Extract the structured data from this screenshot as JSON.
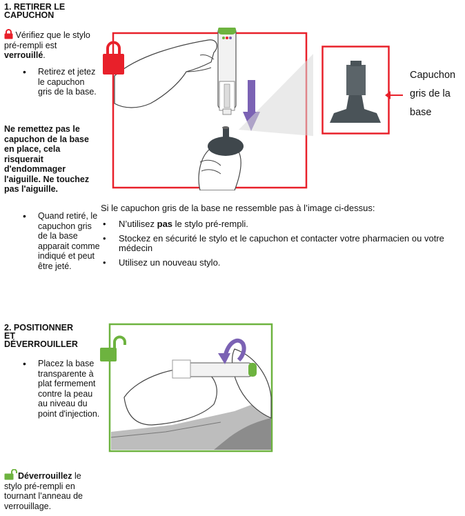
{
  "section1": {
    "title_line1": "1. RETIRER LE",
    "title_line2": "CAPUCHON",
    "lock_text": "Vérifiez que le stylo pré-rempli est",
    "lock_bold": "verrouillé",
    "lock_end": ".",
    "bullet1": "Retirez et jetez le capuchon gris de la base.",
    "warning": "Ne remettez pas le capuchon de la base en place, cela risquerait d'endommager l'aiguille. Ne touchez pas l'aiguille.",
    "bullet2": "Quand retiré, le capuchon gris de la base apparait comme indiqué et peut être jeté.",
    "callout": "Capuchon gris de la base",
    "callout_lines": [
      "Capuchon",
      "gris de la",
      "base"
    ],
    "note": "Si le capuchon gris de la base ne ressemble pas à l’image ci-dessus:",
    "list": [
      {
        "pre": "N’utilisez ",
        "bold": "pas",
        "post": " le stylo pré-rempli."
      },
      {
        "pre": "Stockez en sécurité le stylo et le capuchon et contacter votre pharmacien ou votre médecin",
        "bold": "",
        "post": ""
      },
      {
        "pre": "Utilisez un nouveau stylo.",
        "bold": "",
        "post": ""
      }
    ]
  },
  "section2": {
    "title_line1": "2. POSITIONNER",
    "title_line2": "ET",
    "title_line3": "DÉVERROUILLER",
    "bullet1": "Placez la base transparente à plat fermement contre la peau au niveau du point d'injection.",
    "unlock_bold": "Déverrouillez",
    "unlock_text": " le stylo pré-rempli en tournant l’anneau de verrouillage."
  },
  "colors": {
    "red": "#e8202a",
    "green": "#6db33f",
    "purple": "#7b62b4",
    "gray": "#555f65"
  }
}
